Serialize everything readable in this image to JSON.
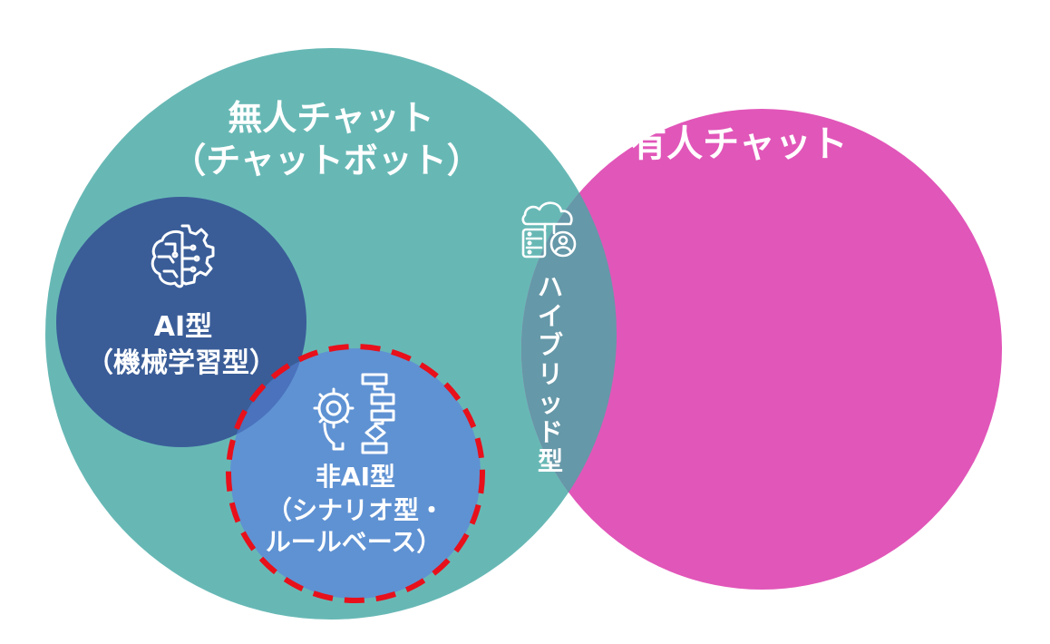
{
  "unmanned_chat": {
    "title_line1": "無人チャット",
    "title_line2": "（チャットボット）"
  },
  "manned_chat": {
    "title": "有人チャット"
  },
  "ai_type": {
    "line1": "AI型",
    "line2": "（機械学習型）"
  },
  "non_ai_type": {
    "line1": "非AI型",
    "line2": "（シナリオ型・",
    "line3": "ルールベース）"
  },
  "hybrid_type": {
    "chars": [
      "ハ",
      "イ",
      "ブ",
      "リ",
      "ッ",
      "ド",
      "型"
    ]
  },
  "colors": {
    "unmanned": "#67b8b5",
    "manned": "#e156b9",
    "ai": "#3a5d98",
    "non_ai": "#5f92d3",
    "overlap": "#6598a8",
    "highlight_dash": "#e8101b"
  },
  "icons": {
    "ai": "brain-gear-icon",
    "non_ai": "gear-flowchart-icon",
    "hybrid": "cloud-server-user-icon"
  }
}
